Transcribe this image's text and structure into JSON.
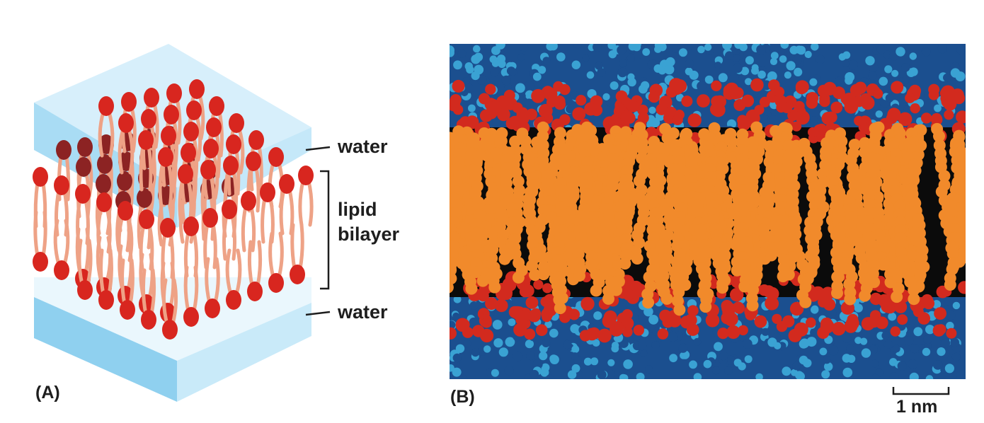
{
  "panel_a": {
    "tag": "(A)",
    "labels": {
      "water_top": "water",
      "bilayer_line1": "lipid",
      "bilayer_line2": "bilayer",
      "water_bottom": "water"
    },
    "colors": {
      "water_light": "#d7effb",
      "water_mid": "#b9e2f7",
      "water_dark": "#8fd0ef",
      "head": "#d8261f",
      "head_dark": "#8c2323",
      "tail": "#eea286"
    }
  },
  "panel_b": {
    "tag": "(B)",
    "scale_bar": "1 nm",
    "colors": {
      "water_dark": "#1b4f8f",
      "water_light": "#3aa2d3",
      "head": "#d22a1e",
      "tail": "#f18a2b",
      "void": "#0b0b0b"
    }
  }
}
